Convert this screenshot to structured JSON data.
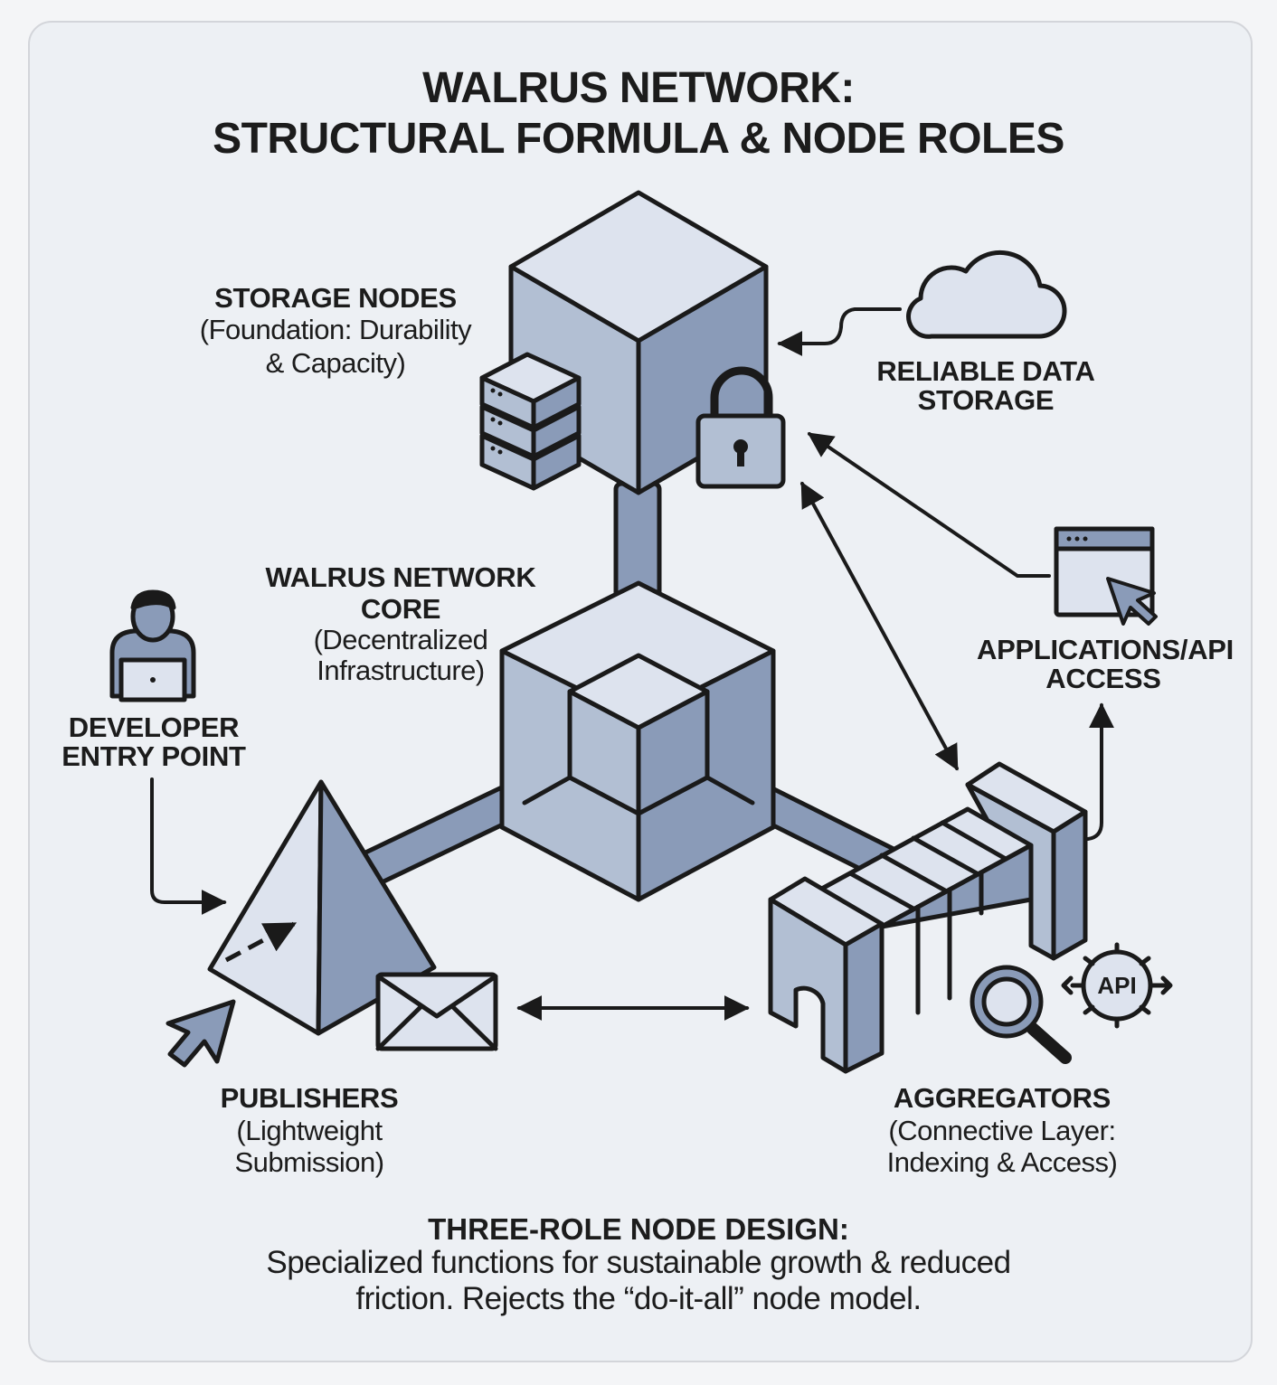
{
  "title": {
    "line1": "WALRUS NETWORK:",
    "line2": "STRUCTURAL FORMULA & NODE ROLES"
  },
  "storage_nodes": {
    "heading": "STORAGE NODES",
    "desc1": "(Foundation: Durability",
    "desc2": "& Capacity)"
  },
  "reliable_storage": {
    "line1": "RELIABLE DATA",
    "line2": "STORAGE"
  },
  "core": {
    "heading1": "WALRUS NETWORK",
    "heading2": "CORE",
    "desc1": "(Decentralized",
    "desc2": "Infrastructure)"
  },
  "applications": {
    "line1": "APPLICATIONS/API",
    "line2": "ACCESS"
  },
  "developer": {
    "line1": "DEVELOPER",
    "line2": "ENTRY POINT"
  },
  "publishers": {
    "heading": "PUBLISHERS",
    "desc1": "(Lightweight",
    "desc2": "Submission)"
  },
  "aggregators": {
    "heading": "AGGREGATORS",
    "desc1": "(Connective Layer:",
    "desc2": "Indexing & Access)"
  },
  "api_badge": "API",
  "footer": {
    "heading": "THREE-ROLE NODE DESIGN:",
    "line1": "Specialized functions for sustainable growth & reduced",
    "line2": "friction. Rejects the “do-it-all” node model."
  },
  "colors": {
    "background": "#edf0f4",
    "frame_border": "#d3d5da",
    "face_light": "#dde3ee",
    "face_mid": "#b2bfd3",
    "face_dark": "#8a9bb8",
    "outline": "#1a1a1a"
  },
  "icons": [
    "cloud-icon",
    "lock-icon",
    "server-stack-icon",
    "browser-window-icon",
    "cursor-icon",
    "user-laptop-icon",
    "envelope-icon",
    "magnifier-icon",
    "api-gear-icon"
  ]
}
